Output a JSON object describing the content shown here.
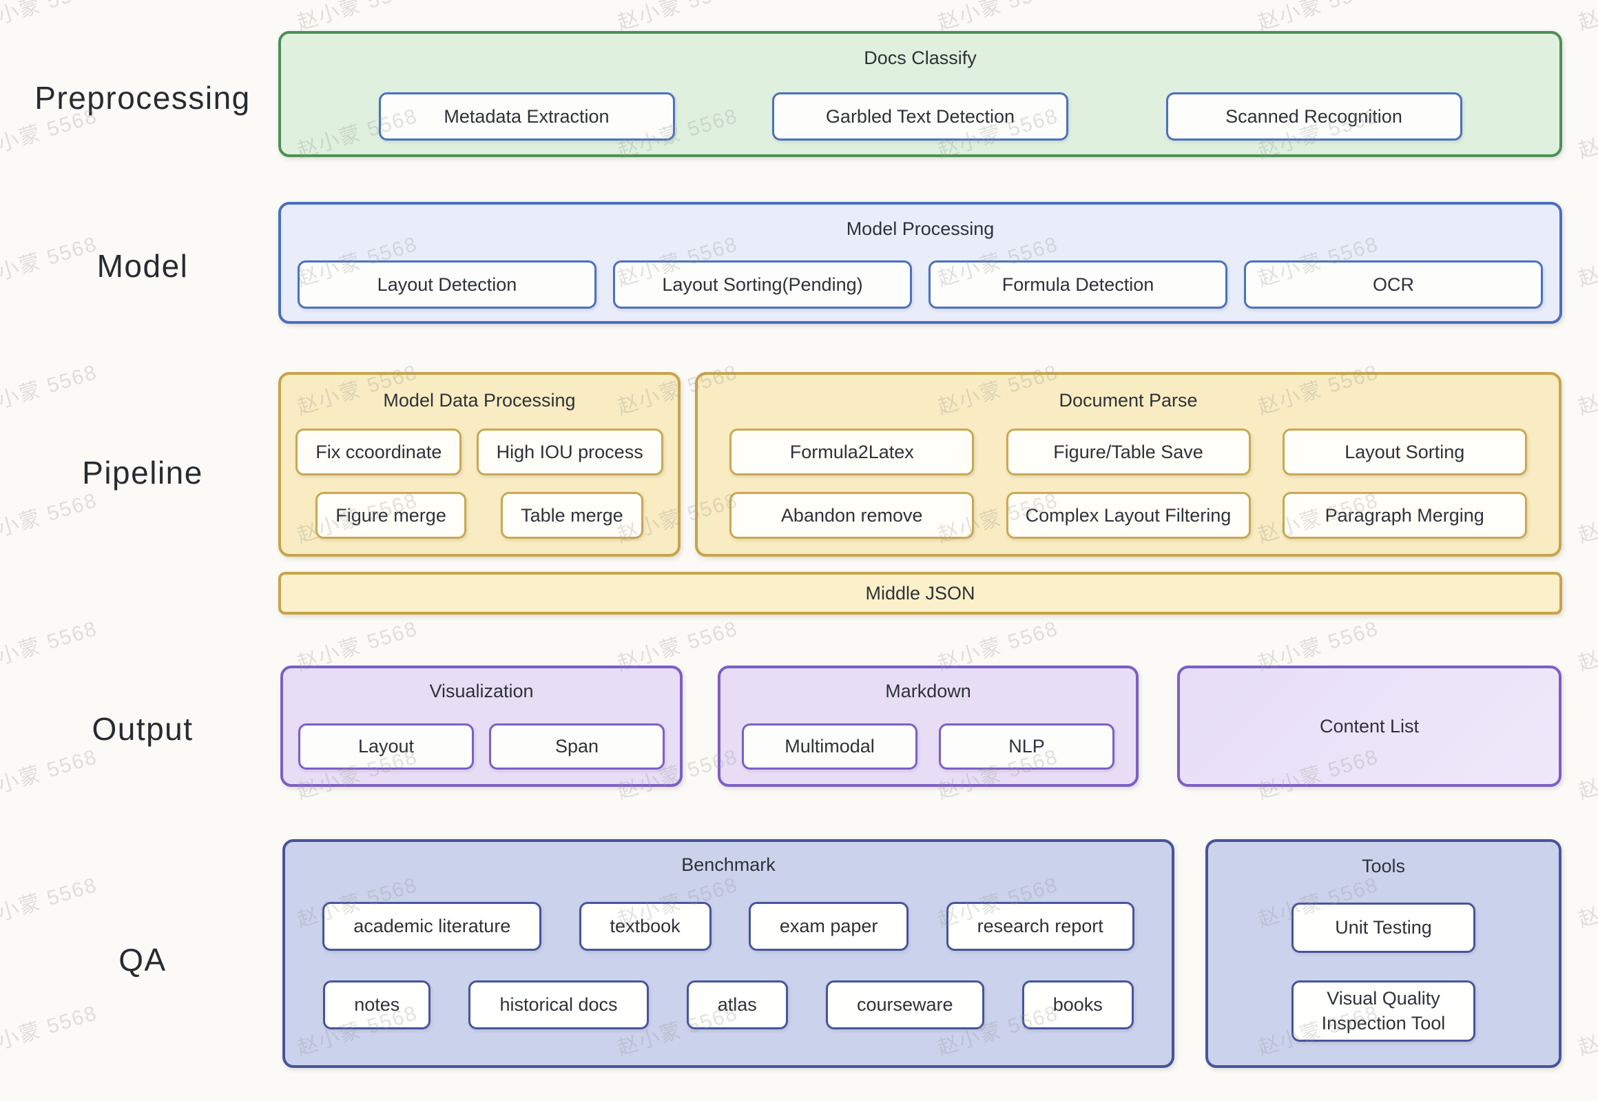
{
  "palette": {
    "page_bg": "#fbfaf6",
    "green_border": "#4e8f56",
    "green_fill": "#dff0de",
    "blue_border": "#4a70c2",
    "blue_fill": "#e9edf9",
    "yellow_border": "#c7a44a",
    "yellow_fill": "#f9ecc2",
    "purple_border": "#7d5ec6",
    "purple_fill": "#e7def6",
    "navy_border": "#47549c",
    "navy_fill": "#cbd2ec",
    "text": "#2e3238"
  },
  "watermark": {
    "text": "赵小蒙 5568"
  },
  "sections": {
    "preprocessing": {
      "label": "Preprocessing",
      "docs_classify": {
        "title": "Docs Classify",
        "items": [
          "Metadata Extraction",
          "Garbled Text Detection",
          "Scanned Recognition"
        ]
      }
    },
    "model": {
      "label": "Model",
      "model_processing": {
        "title": "Model Processing",
        "items": [
          "Layout Detection",
          "Layout Sorting(Pending)",
          "Formula Detection",
          "OCR"
        ]
      }
    },
    "pipeline": {
      "label": "Pipeline",
      "model_data_processing": {
        "title": "Model Data Processing",
        "row1": [
          "Fix ccoordinate",
          "High IOU process"
        ],
        "row2": [
          "Figure merge",
          "Table merge"
        ]
      },
      "document_parse": {
        "title": "Document Parse",
        "row1": [
          "Formula2Latex",
          "Figure/Table Save",
          "Layout Sorting"
        ],
        "row2": [
          "Abandon remove",
          "Complex Layout Filtering",
          "Paragraph Merging"
        ]
      },
      "middle_json": {
        "title": "Middle JSON"
      }
    },
    "output": {
      "label": "Output",
      "visualization": {
        "title": "Visualization",
        "items": [
          "Layout",
          "Span"
        ]
      },
      "markdown": {
        "title": "Markdown",
        "items": [
          "Multimodal",
          "NLP"
        ]
      },
      "content_list": {
        "title": "Content List"
      }
    },
    "qa": {
      "label": "QA",
      "benchmark": {
        "title": "Benchmark",
        "row1": [
          "academic literature",
          "textbook",
          "exam paper",
          "research report"
        ],
        "row2": [
          "notes",
          "historical docs",
          "atlas",
          "courseware",
          "books"
        ]
      },
      "tools": {
        "title": "Tools",
        "items": [
          "Unit Testing",
          "Visual Quality Inspection Tool"
        ]
      }
    }
  }
}
